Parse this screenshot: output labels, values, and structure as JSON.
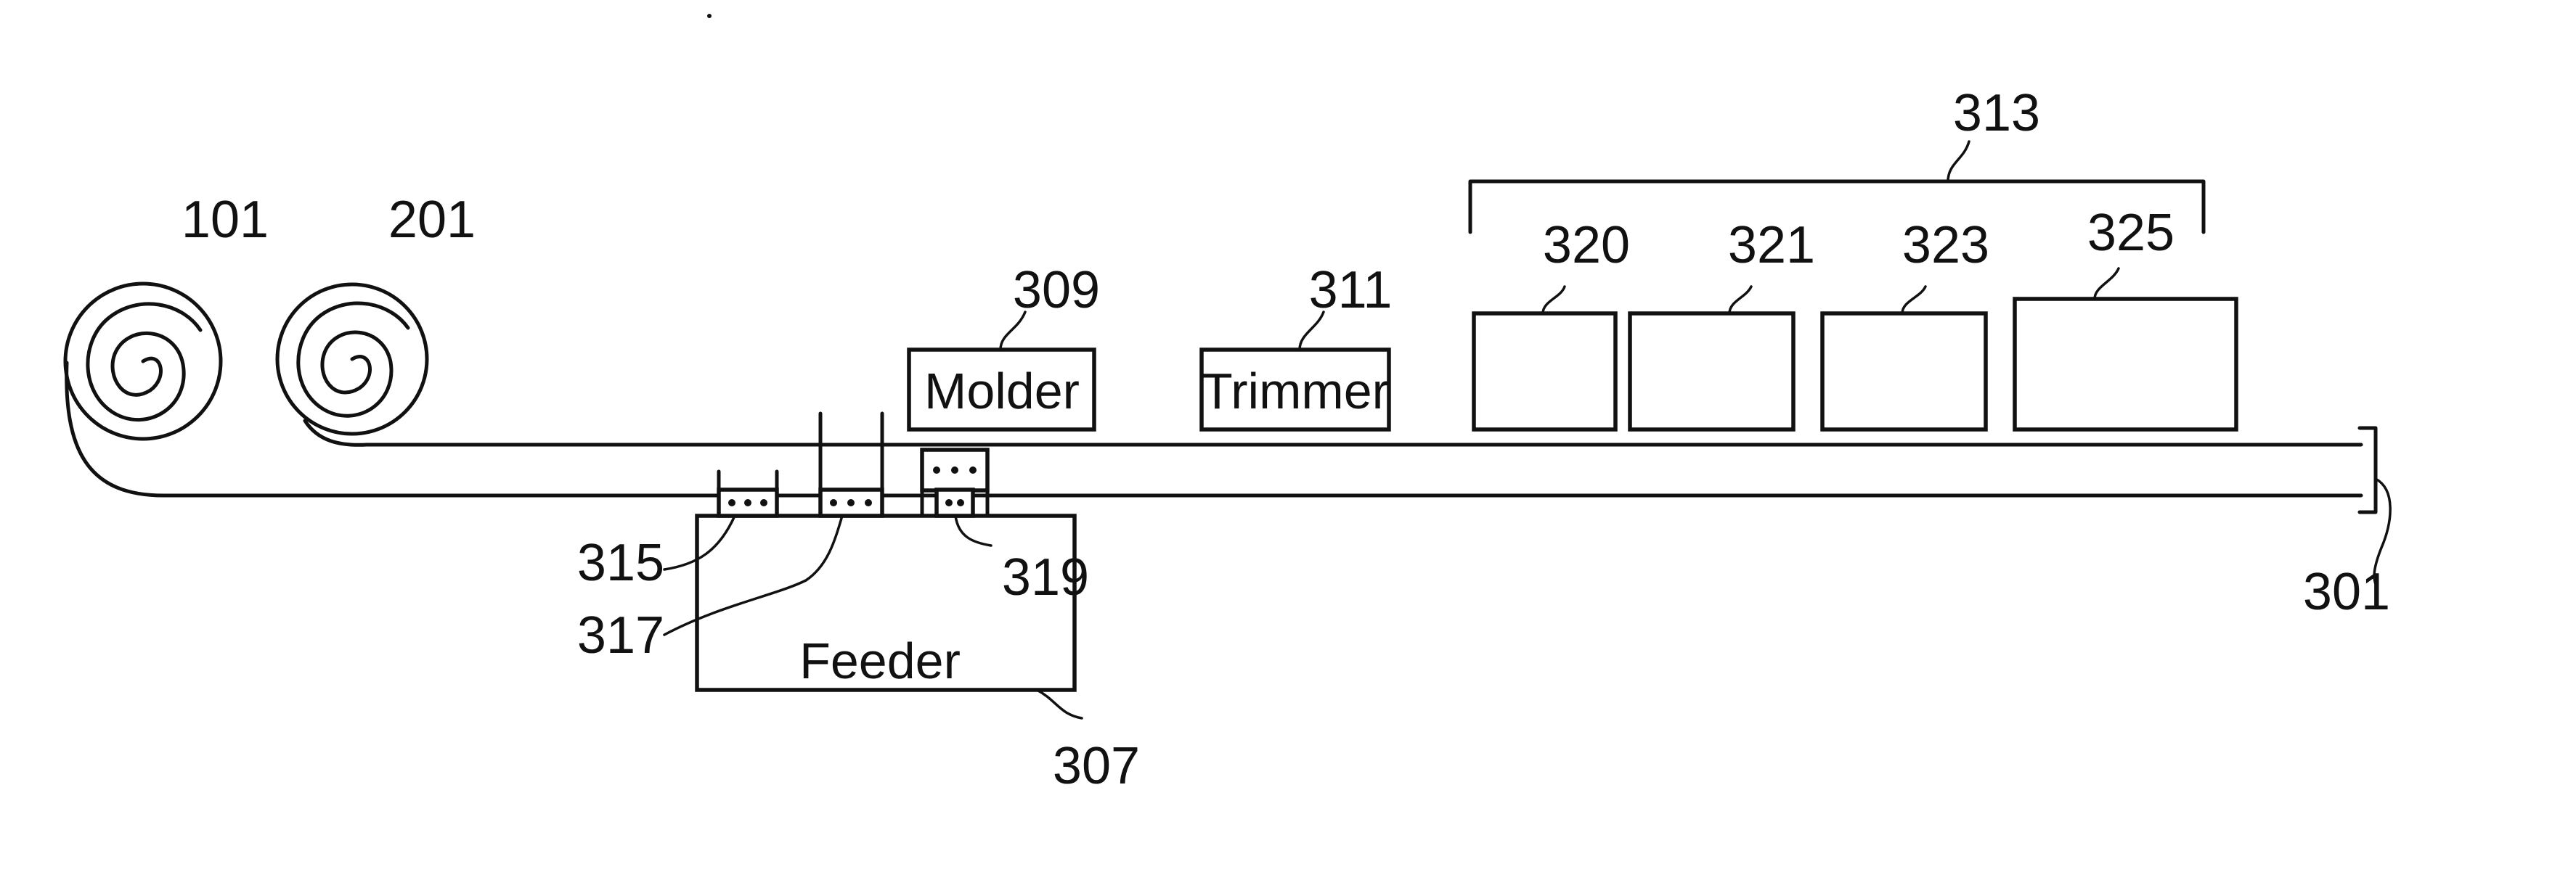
{
  "boxes": {
    "molder": "Molder",
    "trimmer": "Trimmer",
    "feeder": "Feeder"
  },
  "refs": {
    "r101": "101",
    "r201": "201",
    "r301": "301",
    "r307": "307",
    "r309": "309",
    "r311": "311",
    "r313": "313",
    "r315": "315",
    "r317": "317",
    "r319": "319",
    "r320": "320",
    "r321": "321",
    "r323": "323",
    "r325": "325"
  }
}
